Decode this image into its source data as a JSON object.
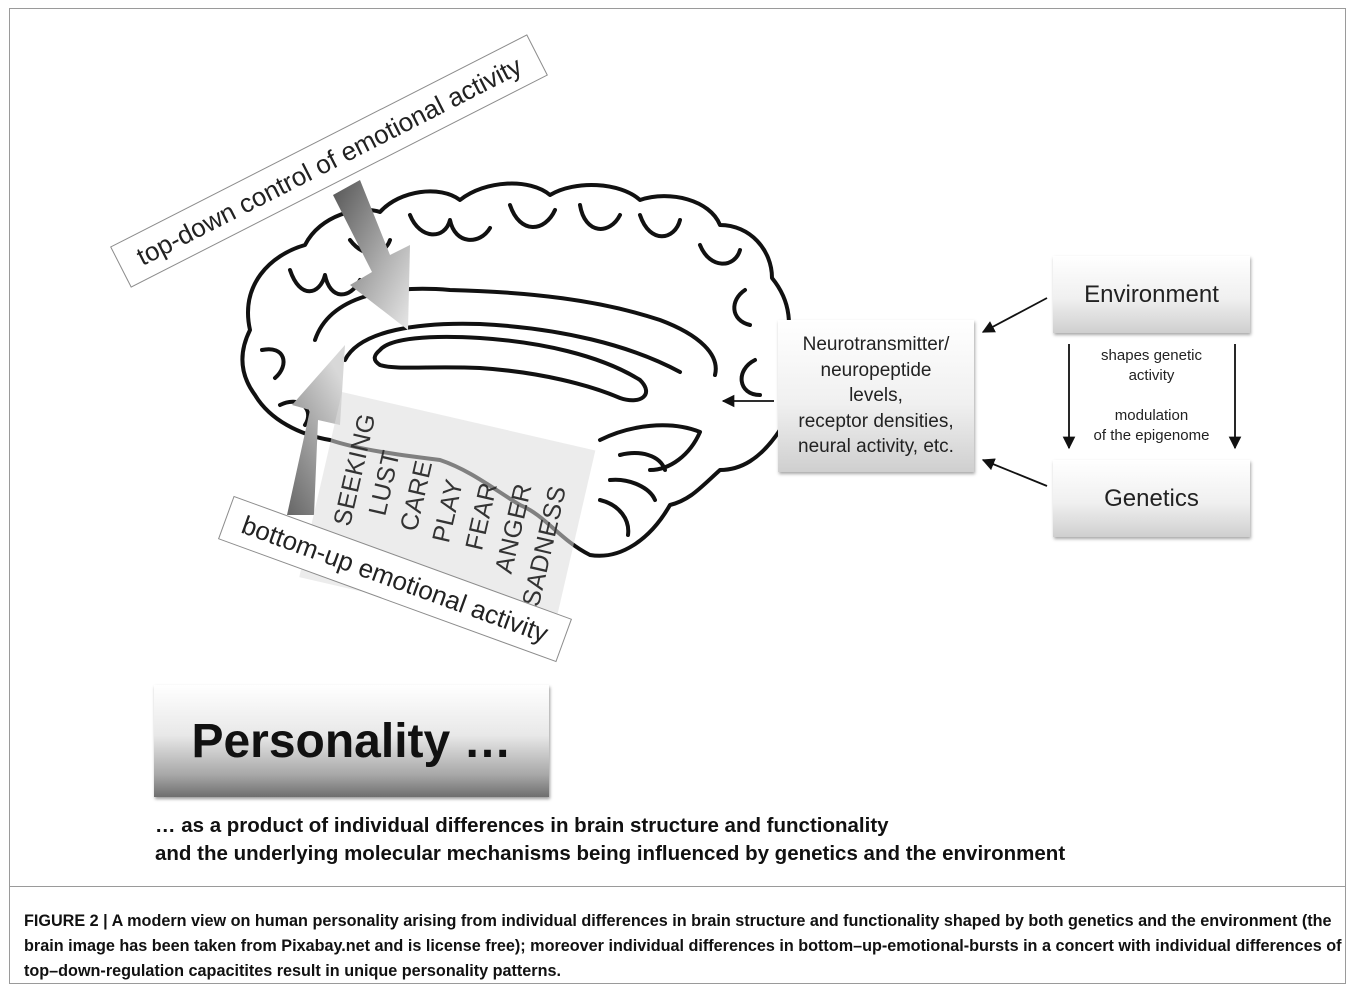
{
  "figure": {
    "top_down_label": "top-down control of emotional activity",
    "bottom_up_label": "bottom-up emotional activity",
    "emotions": [
      "SEEKING",
      "LUST",
      "CARE",
      "PLAY",
      "FEAR",
      "ANGER",
      "SADNESS"
    ],
    "neuro_box_lines": [
      "Neurotransmitter/",
      "neuropeptide",
      "levels,",
      "receptor densities,",
      "neural activity, etc."
    ],
    "environment_label": "Environment",
    "genetics_label": "Genetics",
    "shapes_genetic_activity_lines": [
      "shapes genetic",
      "activity"
    ],
    "modulation_lines": [
      "modulation",
      "of the epigenome"
    ],
    "personality_title": "Personality …",
    "subtitle_line_1": "… as a product of individual differences in brain structure and functionality",
    "subtitle_line_2": "and the underlying molecular mechanisms being influenced by genetics and the environment"
  },
  "caption": "FIGURE 2 | A modern view on human personality arising from individual differences in brain structure and functionality shaped by both genetics and the environment (the brain image has been taken from Pixabay.net and is license free); moreover individual differences in bottom–up-emotional-bursts in a concert with individual differences of top–down-regulation capacitites result in unique personality patterns."
}
